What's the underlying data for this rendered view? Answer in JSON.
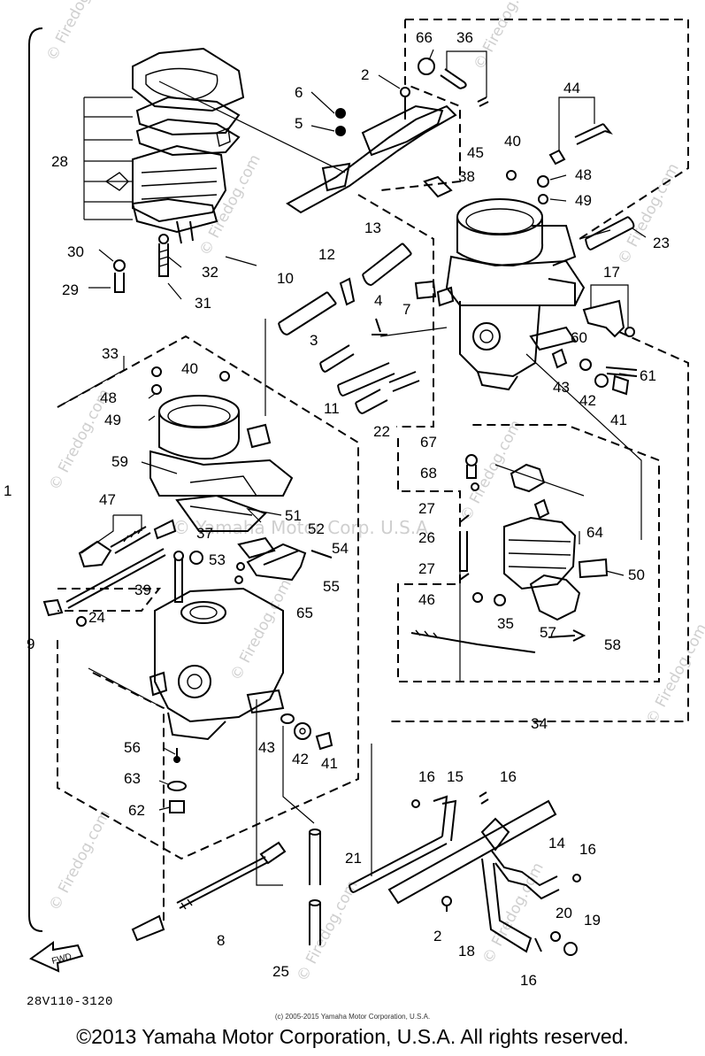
{
  "diagram": {
    "watermarks": [
      "© Firedog.com",
      "© Firedog.com",
      "© Firedog.com",
      "© Firedog.com",
      "© Firedog.com",
      "© Firedog.com",
      "© Firedog.com",
      "© Firedog.com",
      "© Firedog.com",
      "© Firedog.com",
      "© Firedog.com"
    ],
    "center_watermark": "© Yamaha Motor Corp. U.S.A.",
    "fwd_label": "FWD",
    "callouts": [
      "1",
      "2",
      "2",
      "3",
      "4",
      "5",
      "6",
      "7",
      "8",
      "9",
      "10",
      "11",
      "12",
      "13",
      "14",
      "15",
      "16",
      "16",
      "16",
      "16",
      "17",
      "18",
      "19",
      "20",
      "21",
      "22",
      "23",
      "24",
      "25",
      "26",
      "27",
      "27",
      "28",
      "29",
      "30",
      "31",
      "32",
      "33",
      "34",
      "35",
      "36",
      "37",
      "38",
      "39",
      "40",
      "40",
      "41",
      "41",
      "42",
      "42",
      "43",
      "43",
      "44",
      "45",
      "46",
      "47",
      "48",
      "48",
      "49",
      "49",
      "50",
      "51",
      "52",
      "53",
      "54",
      "55",
      "56",
      "57",
      "58",
      "59",
      "60",
      "61",
      "62",
      "63",
      "64",
      "65",
      "66",
      "67",
      "68"
    ]
  },
  "footer": {
    "catalog_code": "28V110-3120",
    "site_notice": "(c) 2005-2015 Yamaha Motor Corporation, U.S.A.",
    "copyright": "©2013 Yamaha Motor Corporation, U.S.A. All rights reserved."
  }
}
